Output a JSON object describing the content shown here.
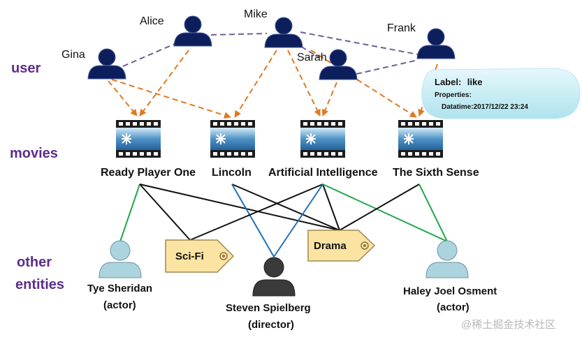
{
  "layers": {
    "user": "user",
    "movies": "movies",
    "other_line1": "other",
    "other_line2": "entities"
  },
  "users": {
    "gina": "Gina",
    "alice": "Alice",
    "mike": "Mike",
    "sarah": "Sarah",
    "frank": "Frank"
  },
  "movies": {
    "m1": "Ready Player One",
    "m2": "Lincoln",
    "m3": "Artificial Intelligence",
    "m4": "The Sixth Sense"
  },
  "tags": {
    "scifi": "Sci-Fi",
    "drama": "Drama"
  },
  "people": {
    "tye_name": "Tye Sheridan",
    "tye_role": "(actor)",
    "steven_name": "Steven Spielberg",
    "steven_role": "(director)",
    "haley_name": "Haley Joel Osment",
    "haley_role": "(actor)"
  },
  "edge_label": {
    "label_key": "Label:",
    "label_value": "like",
    "properties_key": "Properties:",
    "datetime": "Datatime:2017/12/22 23:24"
  },
  "watermark": "@稀土掘金技术社区",
  "colors": {
    "user_fill": "#0c1f5c",
    "friend_edge": "#6f5f99",
    "like_edge": "#e07a20",
    "actor_edge": "#22a84a",
    "director_edge": "#1f6fb8",
    "genre_edge": "#111111",
    "actor_fill": "#acd4de",
    "director_fill": "#3a3a3a",
    "tag_fill": "#fbe3a2",
    "callout_fill": "#c9eef6",
    "layer_text": "#5b2d8e",
    "label_value": "#c0272d"
  }
}
